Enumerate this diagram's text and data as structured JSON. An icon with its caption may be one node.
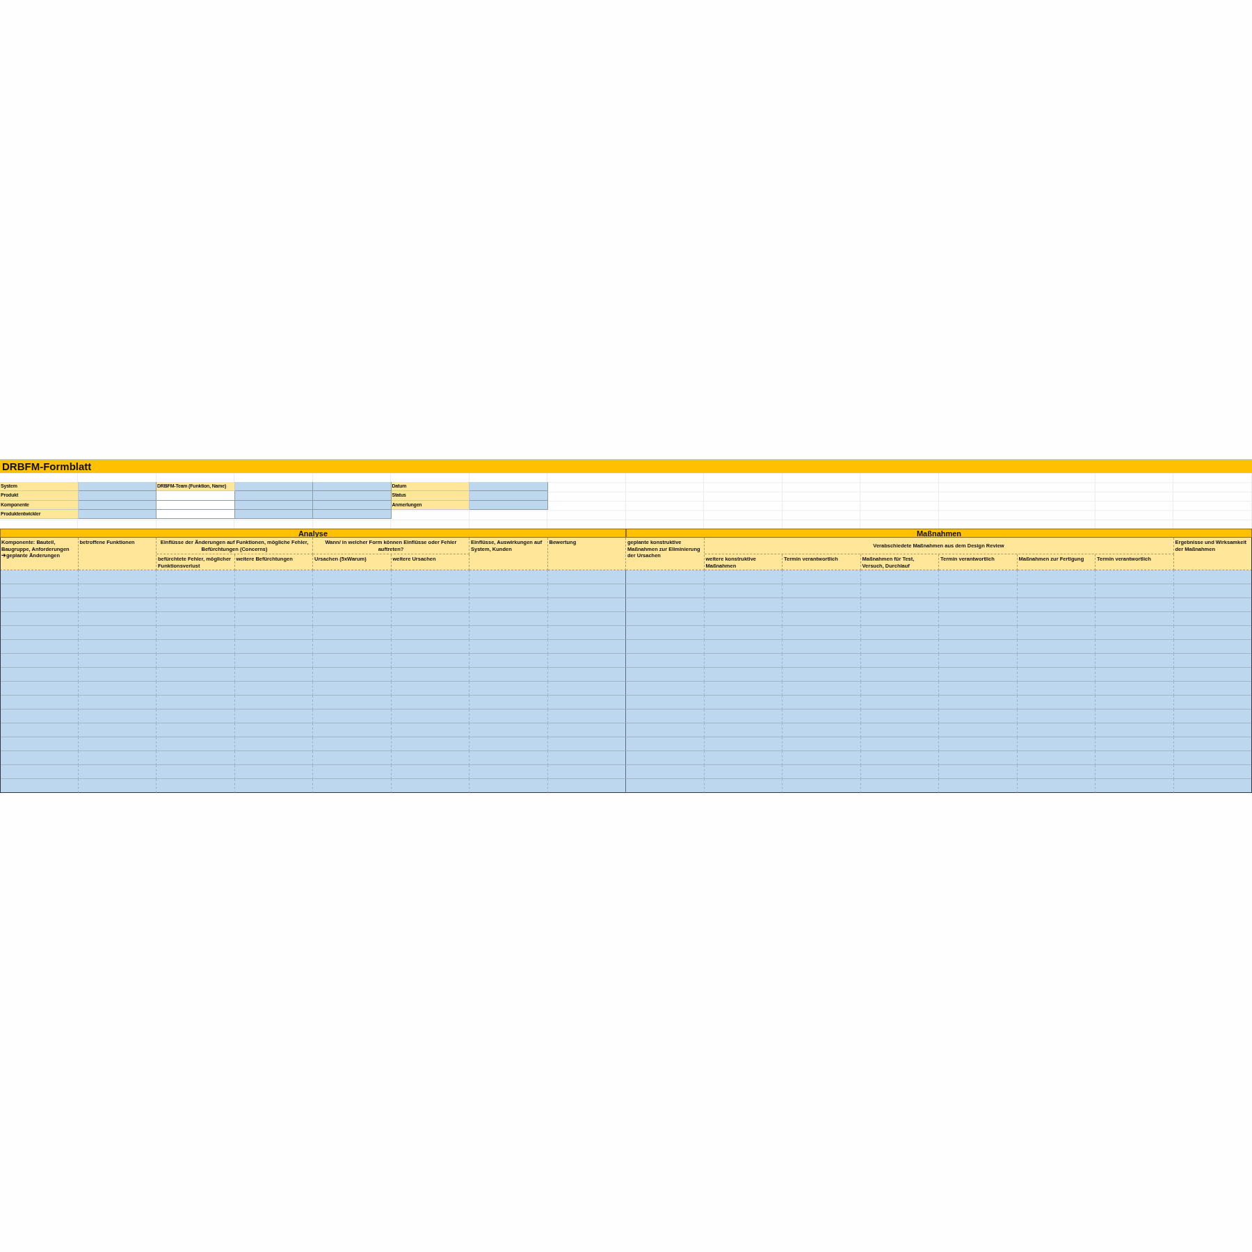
{
  "diagram": {
    "title": "DRBFM-Formblatt",
    "labels": [
      "System",
      "DRBFM-Team (Funktion, Name)",
      "Datum",
      "Produkt",
      "Status",
      "Komponente",
      "Anmerlungen",
      "Produktentwickler",
      "Analyse",
      "Maßnahmen",
      "Komponente: Bauteil, Baugruppe, Anforderungen ➔geplante Änderungen",
      "betroffene Funktionen",
      "Einflüsse der Änderungen auf Funktionen, mögliche Fehler, Befürchtungen (Concerns)",
      "Wann/ in welcher Form können Einflüsse oder Fehler auftreten?",
      "Einflüsse, Auswirkungen auf System, Kunden",
      "Bewertung",
      "geplante konstruktive Maßnahmen zur Eliminierung der Ursachen",
      "Verabschiedete Maßnahmen aus dem Design Review",
      "Ergebnisse und Wirksamkeit der Maßnahmen",
      "befürchtete Fehler, möglicher Funktionsverlust",
      "weitere Befürchtungen",
      "Ursachen (5xWarum)",
      "weitere Ursachen",
      "weitere konstruktive Maßnahmen",
      "Termin verantwortlich",
      "Maßnahmen für Test, Versuch, Durchlauf",
      "Termin verantwortlich",
      "Maßnahmen zur Fertigung",
      "Termin verantwortlich"
    ]
  }
}
